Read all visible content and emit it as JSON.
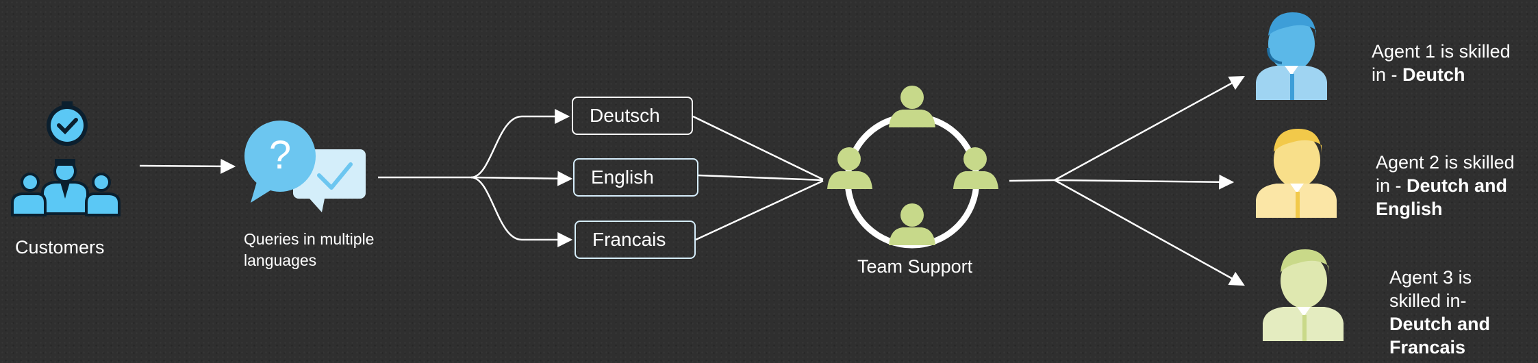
{
  "customers": {
    "label": "Customers"
  },
  "queries": {
    "label_line1": "Queries in multiple",
    "label_line2": "languages"
  },
  "languages": [
    {
      "label": "Deutsch"
    },
    {
      "label": "English"
    },
    {
      "label": "Francais"
    }
  ],
  "team": {
    "label": "Team Support"
  },
  "agents": [
    {
      "prefix_line1": "Agent 1 is skilled",
      "prefix_line2": "in - ",
      "skill_bold": "Deutch"
    },
    {
      "prefix_line1": "Agent 2 is skilled",
      "prefix_line2": "in - ",
      "skill_bold_line1": "Deutch and",
      "skill_bold_line2": "English"
    },
    {
      "prefix_line1": "Agent 3 is",
      "prefix_line2": "skilled in-",
      "skill_bold_line1": "Deutch and",
      "skill_bold_line2": "Francais"
    }
  ],
  "colors": {
    "background": "#2f2f2f",
    "customer_icon": "#5bc8f5",
    "customer_outline": "#0b1f2e",
    "query_bubble": "#6cc6f0",
    "check_bubble": "#d4eefa",
    "team_person": "#c7d98a",
    "agent1": "#5bb8e8",
    "agent2": "#f5d36b",
    "agent3": "#c9d989",
    "arrow": "#ffffff"
  }
}
